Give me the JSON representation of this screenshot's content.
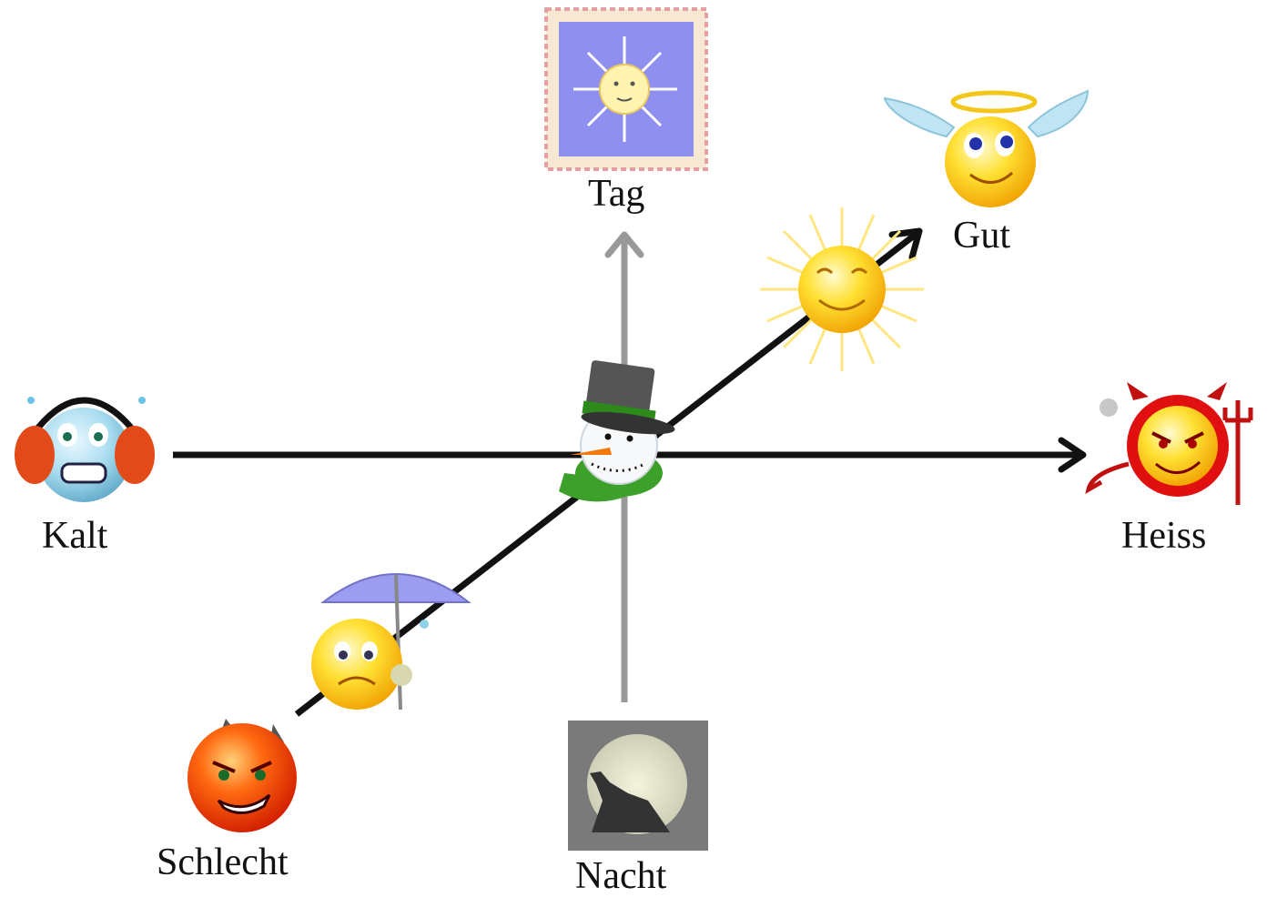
{
  "labels": {
    "tag": "Tag",
    "nacht": "Nacht",
    "kalt": "Kalt",
    "heiss": "Heiss",
    "gut": "Gut",
    "schlecht": "Schlecht"
  },
  "icons": {
    "tag": "sun-card-icon",
    "nacht": "howling-wolf-moon-icon",
    "kalt": "freezing-earmuff-face-icon",
    "heiss": "devil-trident-face-icon",
    "gut": "angel-halo-face-icon",
    "schlecht": "angry-devil-face-icon",
    "sun": "smiling-sun-icon",
    "sad": "sad-umbrella-face-icon",
    "center": "snowman-head-icon"
  },
  "colors": {
    "axis_black": "#111111",
    "axis_gray": "#999999",
    "sun_card_bg": "#8f8ff0",
    "devil_red": "#e01010",
    "face_yellow": "#ffd21a",
    "ice_blue": "#a8dcef"
  }
}
